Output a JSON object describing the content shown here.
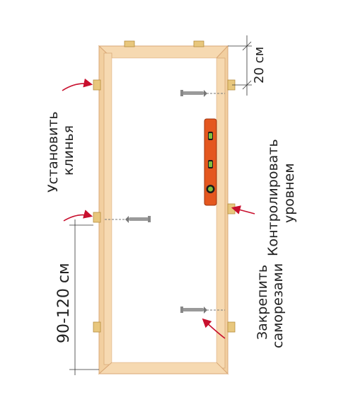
{
  "labels": {
    "top_dimension": "20 см",
    "height_dimension": "90-120 см",
    "wedges_line1": "Установить",
    "wedges_line2": "клинья",
    "level_line1": "Контролировать",
    "level_line2": "уровнем",
    "screws_line1": "Закрепить",
    "screws_line2": "саморезами"
  },
  "colors": {
    "frame_wood": "#f6d9b1",
    "frame_edge": "#d9a877",
    "wedge": "#e8c77d",
    "level_body": "#e4571f",
    "screw": "#9a9a9a",
    "arrow": "#c8102e",
    "text": "#222222"
  },
  "icons": [
    "door-frame",
    "wedge-icon",
    "screw-icon",
    "spirit-level-icon",
    "arrow-icon"
  ]
}
